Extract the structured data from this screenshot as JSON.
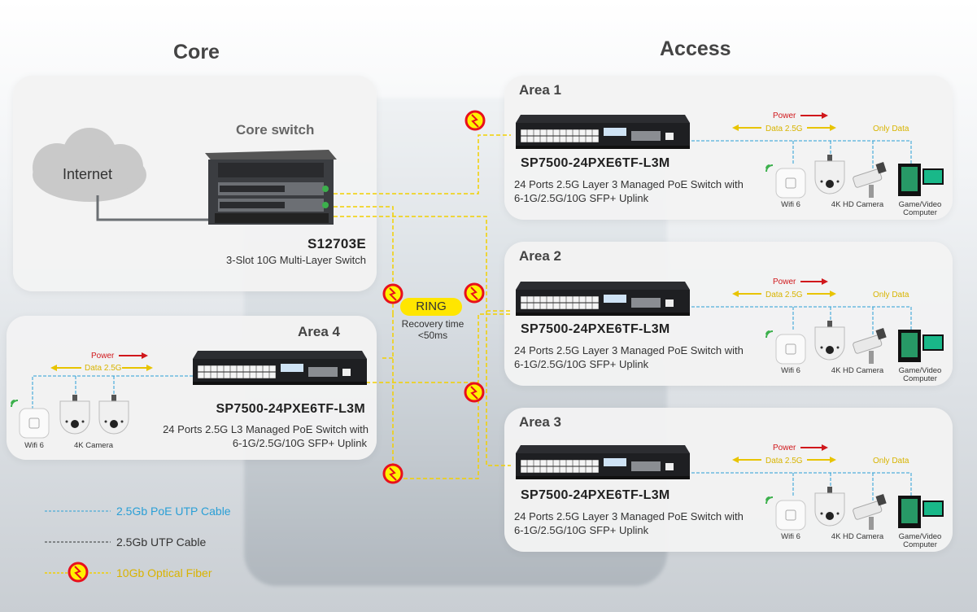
{
  "headings": {
    "core": "Core",
    "access": "Access"
  },
  "core": {
    "internet": "Internet",
    "switch_title": "Core switch",
    "model": "S12703E",
    "desc": "3-Slot 10G Multi-Layer Switch"
  },
  "ring": {
    "label": "RING",
    "recovery_1": "Recovery time",
    "recovery_2": "<50ms"
  },
  "areas": [
    {
      "title": "Area 1",
      "model": "SP7500-24PXE6TF-L3M",
      "desc_1": "24 Ports 2.5G Layer 3 Managed PoE Switch with",
      "desc_2": "6-1G/2.5G/10G SFP+ Uplink",
      "power": "Power",
      "data": "Data 2.5G",
      "only_data": "Only Data",
      "dev_1": "Wifi 6",
      "dev_2": "4K HD Camera",
      "dev_3a": "Game/Video",
      "dev_3b": "Computer"
    },
    {
      "title": "Area 2",
      "model": "SP7500-24PXE6TF-L3M",
      "desc_1": "24 Ports 2.5G Layer 3 Managed PoE Switch with",
      "desc_2": "6-1G/2.5G/10G SFP+ Uplink",
      "power": "Power",
      "data": "Data 2.5G",
      "only_data": "Only Data",
      "dev_1": "Wifi 6",
      "dev_2": "4K HD Camera",
      "dev_3a": "Game/Video",
      "dev_3b": "Computer"
    },
    {
      "title": "Area 3",
      "model": "SP7500-24PXE6TF-L3M",
      "desc_1": "24 Ports 2.5G Layer 3 Managed PoE Switch with",
      "desc_2": "6-1G/2.5G/10G SFP+ Uplink",
      "power": "Power",
      "data": "Data 2.5G",
      "only_data": "Only Data",
      "dev_1": "Wifi 6",
      "dev_2": "4K HD Camera",
      "dev_3a": "Game/Video",
      "dev_3b": "Computer"
    }
  ],
  "area4": {
    "title": "Area 4",
    "model": "SP7500-24PXE6TF-L3M",
    "desc_1": "24 Ports 2.5G L3 Managed PoE Switch with",
    "desc_2": "6-1G/2.5G/10G SFP+ Uplink",
    "power": "Power",
    "data": "Data 2.5G",
    "dev_1": "Wifi 6",
    "dev_2": "4K Camera"
  },
  "legend": {
    "poe": "2.5Gb PoE UTP Cable",
    "utp": "2.5Gb UTP Cable",
    "fiber": "10Gb Optical Fiber"
  },
  "colors": {
    "poe": "#2a9fd6",
    "fiber": "#f2d000",
    "power": "#d0171b",
    "data": "#e8c400",
    "warn": "#e8101c"
  }
}
